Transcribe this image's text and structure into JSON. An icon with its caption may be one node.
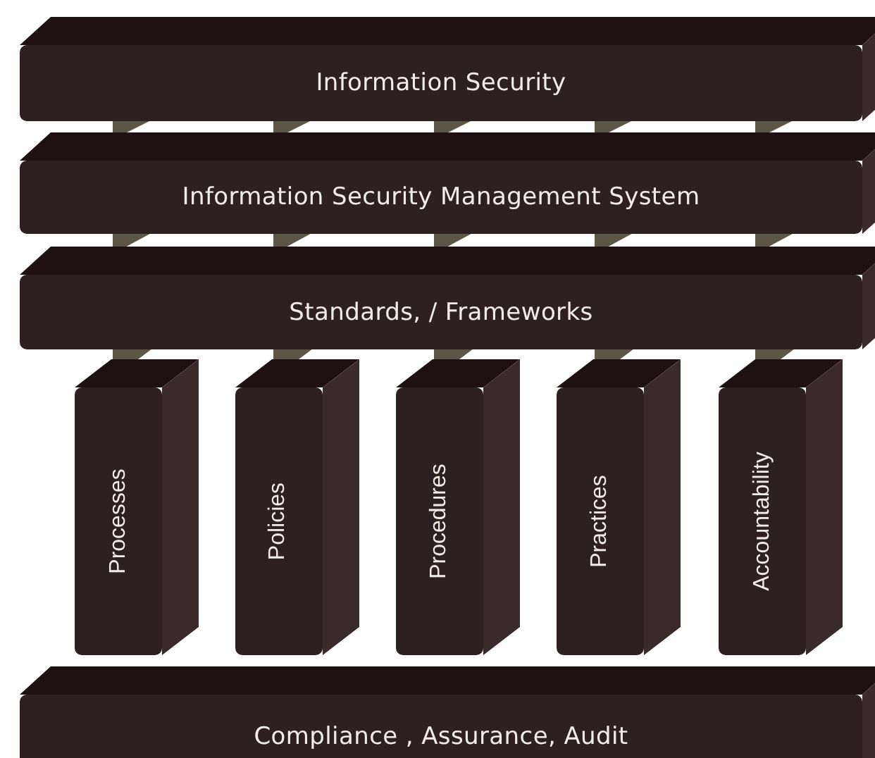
{
  "diagram": {
    "nodes": [
      {
        "text": [
          "Information Security"
        ]
      },
      {
        "text": [
          "Information Security Management System"
        ]
      },
      {
        "text": [
          "Standards, / Frameworks"
        ]
      },
      {
        "text": [
          "Processes"
        ]
      },
      {
        "text": [
          "Policies"
        ]
      },
      {
        "text": [
          "Procedures"
        ]
      },
      {
        "text": [
          "Practices"
        ]
      },
      {
        "text": [
          "Accountability"
        ]
      },
      {
        "text": [
          "Compliance , Assurance, Audit"
        ]
      }
    ]
  }
}
